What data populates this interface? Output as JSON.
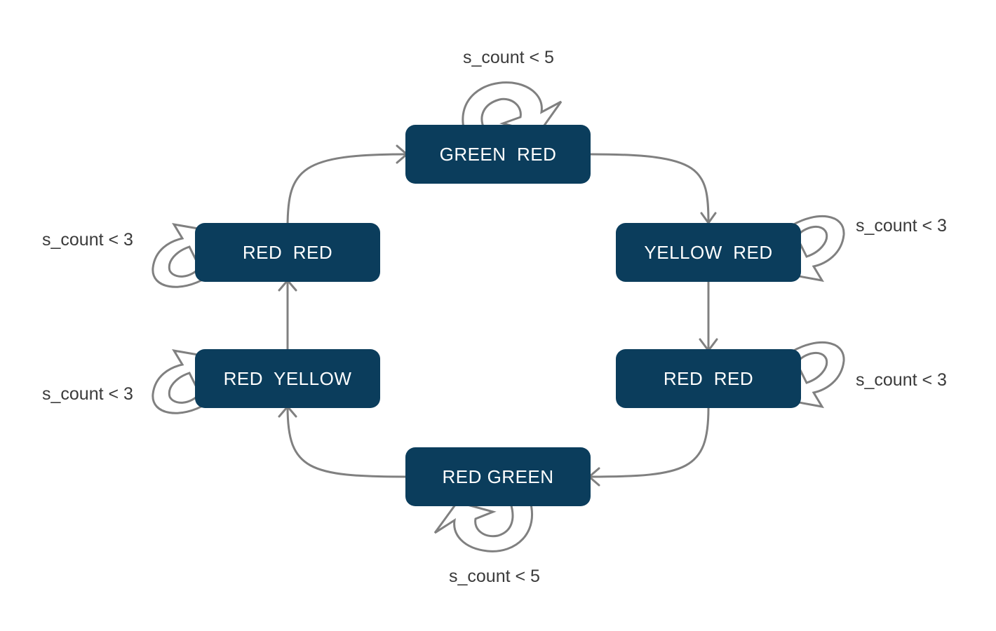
{
  "states": {
    "green_red": "GREEN  RED",
    "yellow_red": "YELLOW  RED",
    "red_red_right": "RED  RED",
    "red_green": "RED GREEN",
    "red_yellow": "RED  YELLOW",
    "red_red_left": "RED  RED"
  },
  "guards": {
    "green_red": "s_count < 5",
    "yellow_red": "s_count < 3",
    "red_red_right": "s_count < 3",
    "red_green": "s_count < 5",
    "red_yellow": "s_count < 3",
    "red_red_left": "s_count < 3"
  },
  "colors": {
    "state_fill": "#0b3d5c",
    "state_text": "#ffffff",
    "edge": "#808080",
    "guard_text": "#3a3a3a"
  }
}
